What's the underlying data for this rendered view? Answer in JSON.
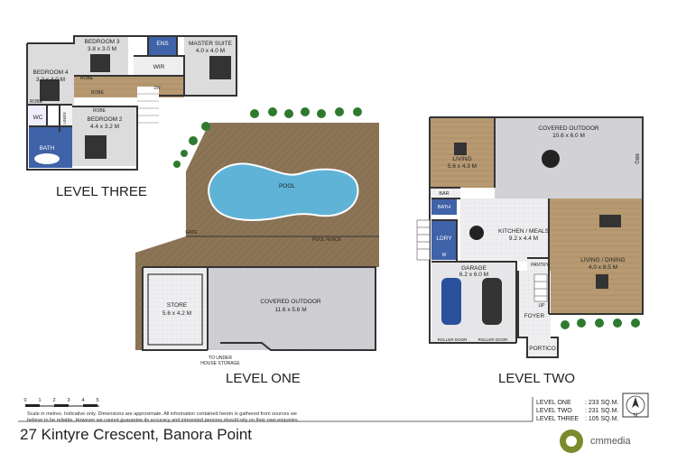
{
  "levels": {
    "three": {
      "title": "LEVEL THREE",
      "rooms": {
        "bedroom3": {
          "name": "BEDROOM 3",
          "dims": "3.8 x 3.0 M"
        },
        "ens": {
          "name": "ENS"
        },
        "master": {
          "name": "MASTER SUITE",
          "dims": "4.0 x 4.0 M"
        },
        "wir": {
          "name": "WIR"
        },
        "bedroom4": {
          "name": "BEDROOM 4",
          "dims": "3.2 x 4.0 M"
        },
        "robe1": {
          "name": "ROBE"
        },
        "robe2": {
          "name": "ROBE"
        },
        "robe3": {
          "name": "ROBE"
        },
        "robe4": {
          "name": "ROBE"
        },
        "dn": {
          "name": "DN"
        },
        "wc": {
          "name": "WC"
        },
        "linen": {
          "name": "LINEN"
        },
        "bedroom2": {
          "name": "BEDROOM 2",
          "dims": "4.4 x 3.2 M"
        },
        "bath": {
          "name": "BATH"
        }
      }
    },
    "one": {
      "title": "LEVEL ONE",
      "rooms": {
        "pool": {
          "name": "POOL"
        },
        "gate": {
          "name": "GATE"
        },
        "pool_fence": {
          "name": "POOL FENCE"
        },
        "store": {
          "name": "STORE",
          "dims": "5.6 x 4.2 M"
        },
        "covered": {
          "name": "COVERED OUTDOOR",
          "dims": "11.6 x 5.6 M"
        },
        "under": {
          "line1": "TO UNDER",
          "line2": "HOUSE STORAGE"
        }
      }
    },
    "two": {
      "title": "LEVEL TWO",
      "rooms": {
        "living": {
          "name": "LIVING",
          "dims": "5.6 x 4.3 M"
        },
        "covered": {
          "name": "COVERED OUTDOOR",
          "dims": "10.6 x 6.0 M"
        },
        "bbq": {
          "name": "BBQ"
        },
        "bar": {
          "name": "BAR"
        },
        "bath": {
          "name": "BATH"
        },
        "kitchen": {
          "name": "KITCHEN / MEALS",
          "dims": "9.2 x 4.4 M"
        },
        "ldry": {
          "name": "LDRY"
        },
        "w": {
          "name": "W"
        },
        "pantry": {
          "name": "PANTRY"
        },
        "living_dining": {
          "name": "LIVING / DINING",
          "dims": "4.0 x 8.5 M"
        },
        "garage": {
          "name": "GARAGE",
          "dims": "6.2 x 6.0 M"
        },
        "up": {
          "name": "UP"
        },
        "foyer": {
          "name": "FOYER"
        },
        "roller1": {
          "name": "ROLLER DOOR"
        },
        "roller2": {
          "name": "ROLLER DOOR"
        },
        "portico": {
          "name": "PORTICO"
        }
      }
    }
  },
  "scale": {
    "ticks": [
      "0",
      "1",
      "2",
      "3",
      "4",
      "5"
    ]
  },
  "disclaimer": {
    "line1": "Scale in metres.  Indicative only.  Dimensions are approximate.  All information contained herein is gathered from sources we",
    "line2": "believe to be reliable.  However we cannot guarantee its accuracy and interested persons should rely on their own enquiries."
  },
  "areas": [
    {
      "label": "LEVEL ONE",
      "value": ": 233 SQ.M."
    },
    {
      "label": "LEVEL TWO",
      "value": ": 231 SQ.M."
    },
    {
      "label": "LEVEL THREE",
      "value": ": 105 SQ.M."
    }
  ],
  "compass": {
    "letter": "N"
  },
  "address": "27 Kintyre Crescent, Banora Point",
  "brand": {
    "name": "cmmedia"
  },
  "colors": {
    "wood": "#a08a6a",
    "earth": "#8b7455",
    "pool": "#5fb3d6",
    "concrete": "#cfcfd2",
    "tile": "#e8e8ea",
    "wetarea": "#3f62a8",
    "carpet": "#d9d9d9"
  }
}
